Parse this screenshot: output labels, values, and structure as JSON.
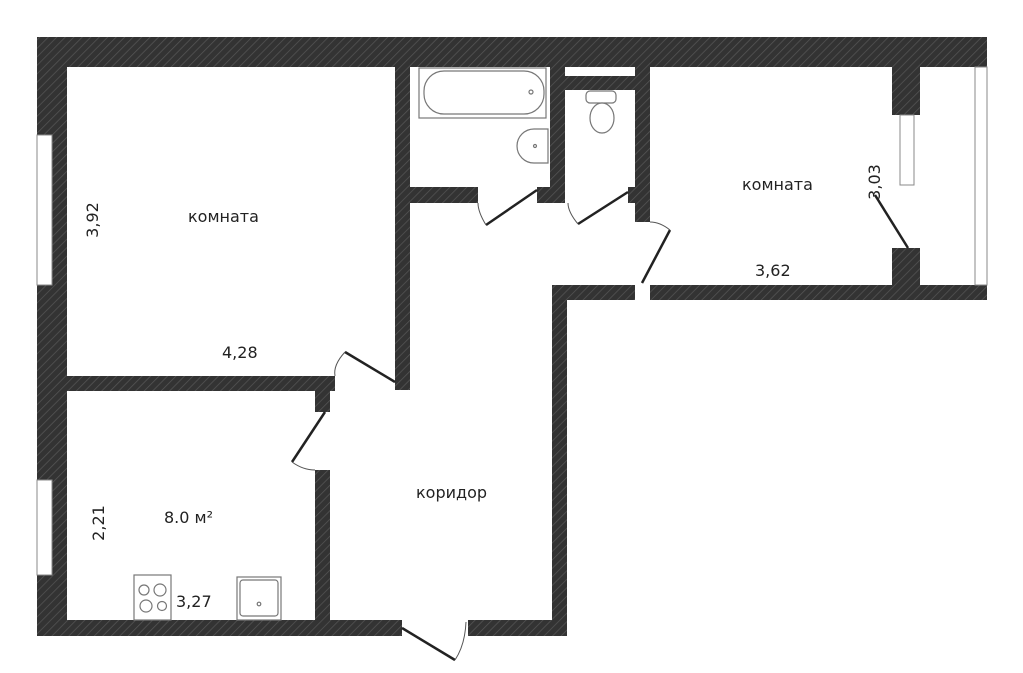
{
  "plan": {
    "colors": {
      "wall": "#333333",
      "background": "#ffffff"
    },
    "rooms": [
      {
        "id": "room-left",
        "label": "комната",
        "dimensions": [
          "3,92",
          "4,28"
        ]
      },
      {
        "id": "room-right",
        "label": "комната",
        "dimensions": [
          "3,03",
          "3,62"
        ]
      },
      {
        "id": "kitchen",
        "label": "8.0 м²",
        "dimensions": [
          "2,21",
          "3,27"
        ]
      },
      {
        "id": "corridor",
        "label": "коридор"
      }
    ],
    "fixtures": [
      "bathtub",
      "washbasin",
      "toilet",
      "stove",
      "sink"
    ]
  }
}
